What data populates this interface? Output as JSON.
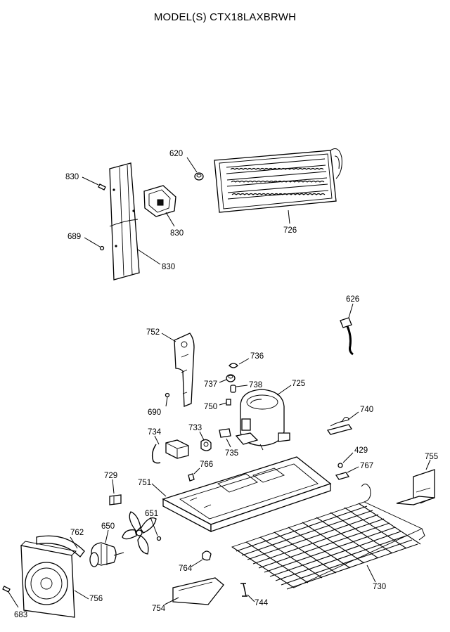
{
  "title": "MODEL(S) CTX18LAXBRWH",
  "labels": {
    "p620": "620",
    "p726": "726",
    "p830a": "830",
    "p830b": "830",
    "p830c": "830",
    "p689": "689",
    "p626": "626",
    "p752": "752",
    "p736": "736",
    "p737": "737",
    "p738": "738",
    "p725": "725",
    "p750": "750",
    "p690": "690",
    "p740": "740",
    "p734": "734",
    "p733": "733",
    "p735": "735",
    "p429": "429",
    "p767": "767",
    "p755": "755",
    "p729": "729",
    "p766": "766",
    "p751": "751",
    "p651": "651",
    "p762": "762",
    "p650": "650",
    "p756": "756",
    "p764": "764",
    "p730": "730",
    "p683": "683",
    "p754": "754",
    "p744": "744"
  }
}
